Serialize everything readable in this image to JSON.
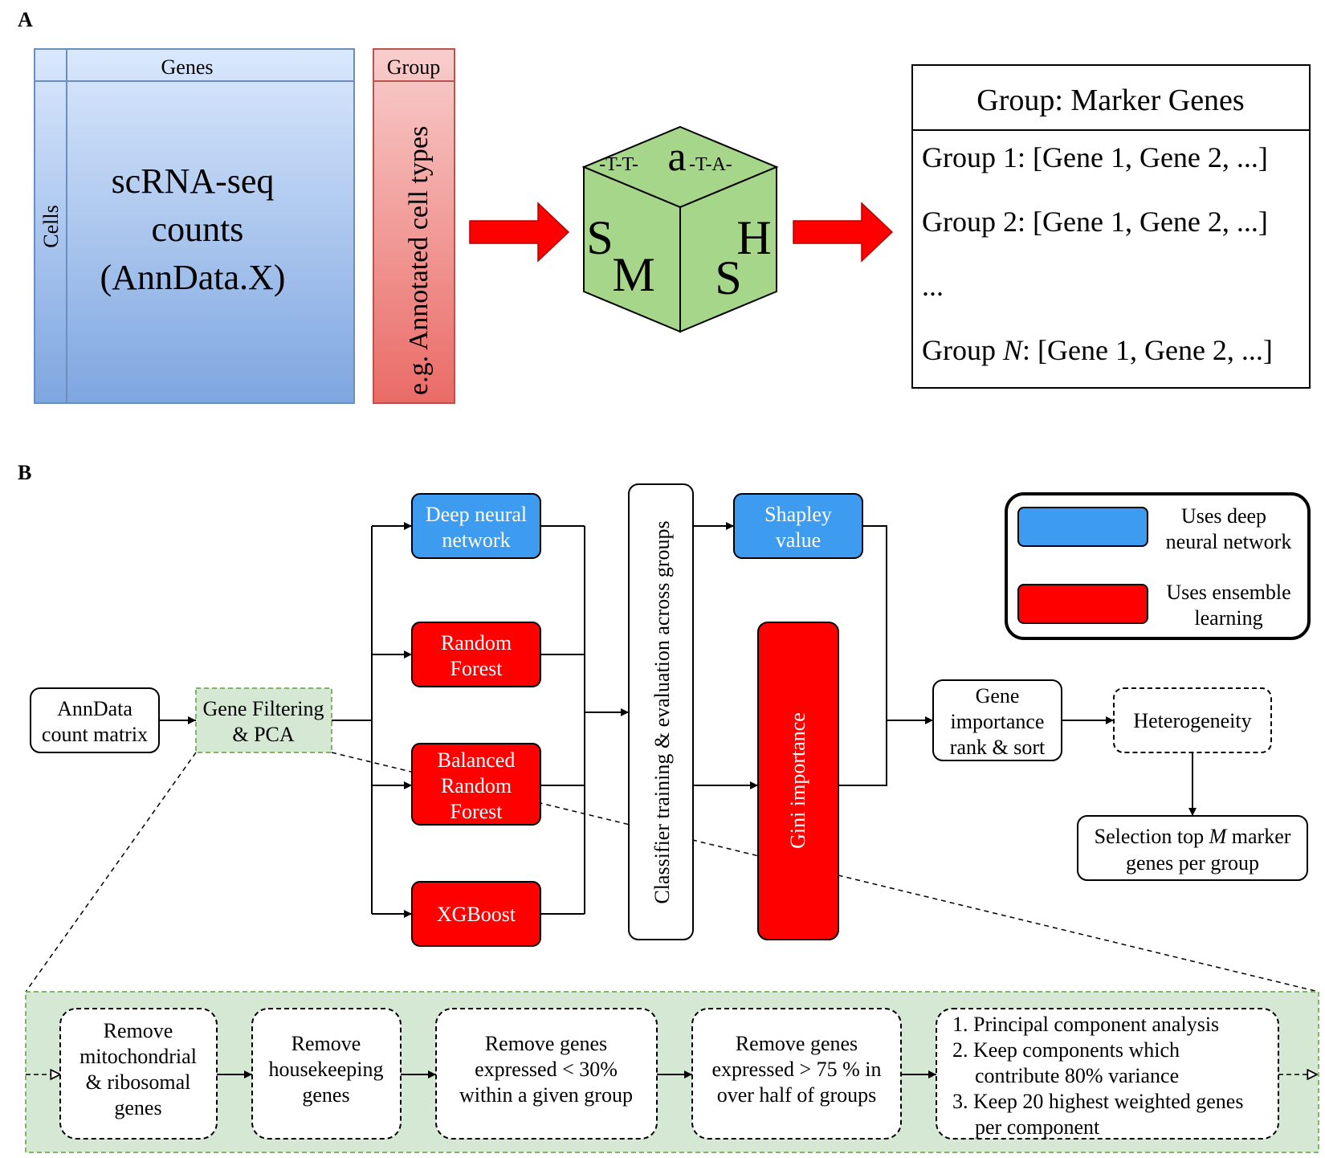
{
  "panels": {
    "a": "A",
    "b": "B"
  },
  "panel_a": {
    "matrix": {
      "col_header": "Genes",
      "row_header": "Cells",
      "body_lines": [
        "scRNA-seq",
        "counts",
        "(AnnData.X)"
      ]
    },
    "group": {
      "header": "Group",
      "body": "e.g. Annotated cell types"
    },
    "logo": {
      "top_left": "-T-T-",
      "top_big": "a",
      "top_right": "-T-A-",
      "left_s": "S",
      "left_m": "M",
      "right_h": "H",
      "right_s": "S"
    },
    "marker_box": {
      "title": "Group: Marker Genes",
      "rows": [
        {
          "prefix": "Group 1: ",
          "italic": "",
          "suffix": "[Gene 1, Gene 2, ...]"
        },
        {
          "prefix": "Group 2: ",
          "italic": "",
          "suffix": "[Gene 1, Gene 2, ...]"
        },
        {
          "prefix": "...",
          "italic": "",
          "suffix": ""
        },
        {
          "prefix": "Group ",
          "italic": "N",
          "suffix": ": [Gene 1, Gene 2, ...]"
        }
      ]
    }
  },
  "panel_b": {
    "anndata": [
      "AnnData",
      "count matrix"
    ],
    "gene_filtering": [
      "Gene Filtering",
      "& PCA"
    ],
    "classifiers": {
      "dnn": [
        "Deep neural",
        "network"
      ],
      "rf": [
        "Random",
        "Forest"
      ],
      "brf": [
        "Balanced",
        "Random",
        "Forest"
      ],
      "xgb": [
        "XGBoost"
      ]
    },
    "classifier_training": "Classifier training & evaluation across groups",
    "shapley": [
      "Shapley",
      "value"
    ],
    "gini": "Gini importance",
    "legend": {
      "dnn": [
        "Uses deep",
        "neural network"
      ],
      "ensemble": [
        "Uses ensemble",
        "learning"
      ]
    },
    "gene_rank": [
      "Gene",
      "importance",
      "rank & sort"
    ],
    "heterogeneity": "Heterogeneity",
    "selection": {
      "line1_prefix": "Selection top ",
      "line1_italic": "M",
      "line1_suffix": " marker",
      "line2": "genes per group"
    },
    "filter_steps": {
      "step1": [
        "Remove",
        "mitochondrial",
        "& ribosomal",
        "genes"
      ],
      "step2": [
        "Remove",
        "housekeeping",
        "genes"
      ],
      "step3": [
        "Remove genes",
        "expressed < 30%",
        "within a given group"
      ],
      "step4": [
        "Remove genes",
        "expressed > 75 % in",
        "over half of groups"
      ],
      "step5": [
        "1. Principal component analysis",
        "2. Keep components which",
        "contribute 80% variance",
        "3. Keep 20 highest weighted genes",
        "per component"
      ]
    }
  },
  "colors": {
    "blue_fill": "#3d9bf0",
    "red_fill": "#ff0000",
    "green_fill": "#d5e8d4",
    "green_stroke": "#82b366",
    "cube_fill": "#a6d68a",
    "arrow_red": "#ff0000"
  }
}
